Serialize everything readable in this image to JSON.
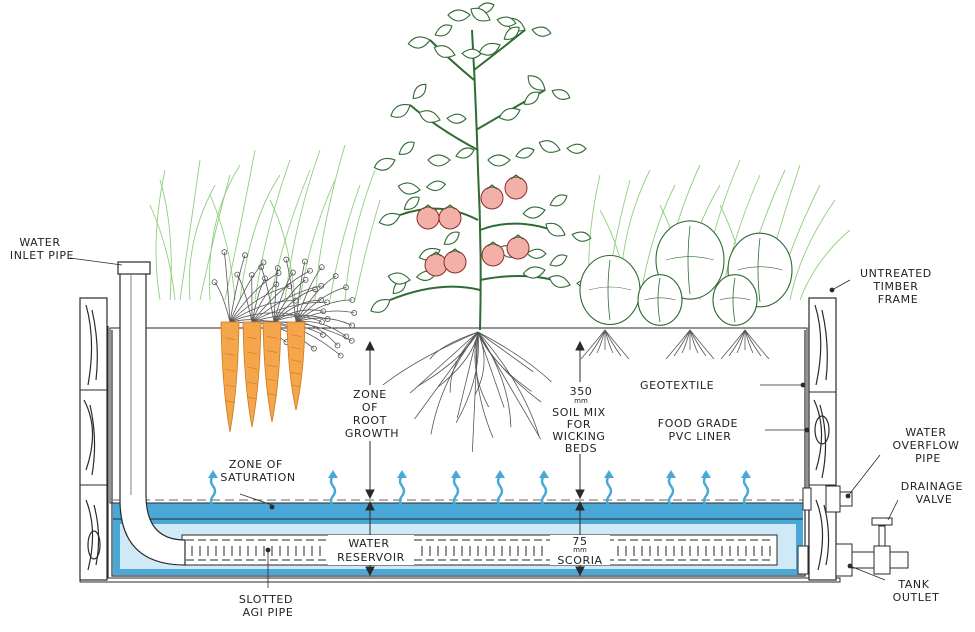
{
  "labels": {
    "water_inlet_pipe": [
      "WATER",
      "INLET PIPE"
    ],
    "untreated_timber_frame": [
      "UNTREATED",
      "TIMBER",
      "FRAME"
    ],
    "zone_of_root_growth": [
      "ZONE",
      "OF",
      "ROOT",
      "GROWTH"
    ],
    "soil_depth_value": "350",
    "soil_depth_unit": "mm",
    "soil_mix": [
      "SOIL MIX",
      "FOR",
      "WICKING",
      "BEDS"
    ],
    "geotextile": "GEOTEXTILE",
    "food_grade_liner": [
      "FOOD GRADE",
      "PVC LINER"
    ],
    "zone_of_saturation": [
      "ZONE OF",
      "SATURATION"
    ],
    "water_overflow_pipe": [
      "WATER",
      "OVERFLOW",
      "PIPE"
    ],
    "drainage_valve": [
      "DRAINAGE",
      "VALVE"
    ],
    "water_reservoir": [
      "WATER",
      "RESERVOIR"
    ],
    "scoria_depth_value": "75",
    "scoria_depth_unit": "mm",
    "scoria": "SCORIA",
    "tank_outlet": [
      "TANK",
      "OUTLET"
    ],
    "slotted_agi_pipe": [
      "SLOTTED",
      "AGI PIPE"
    ]
  },
  "colors": {
    "water": "#4aa8d8",
    "water_light": "#cfe9f6",
    "carrot": "#f6a64a",
    "tomato": "#f2b0a8",
    "plant_green": "#2f6b33",
    "grass": "#8fcf7e"
  }
}
